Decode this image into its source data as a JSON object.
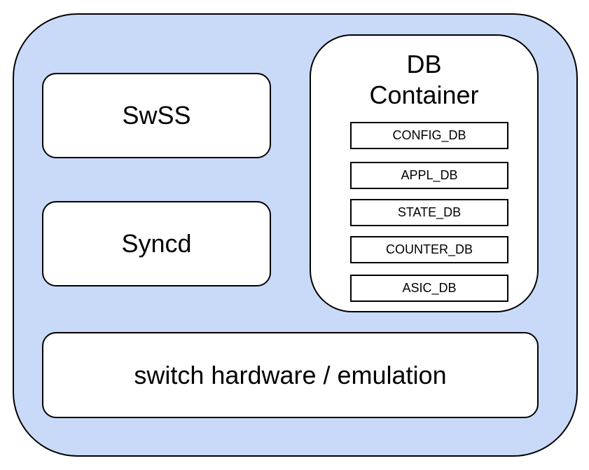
{
  "diagram": {
    "components": {
      "swss": "SwSS",
      "syncd": "Syncd",
      "hardware": "switch hardware / emulation"
    },
    "db_container": {
      "title_line1": "DB",
      "title_line2": "Container",
      "databases": [
        "CONFIG_DB",
        "APPL_DB",
        "STATE_DB",
        "COUNTER_DB",
        "ASIC_DB"
      ]
    },
    "colors": {
      "outer_fill": "#c9daf8",
      "box_fill": "#ffffff",
      "stroke": "#000000"
    }
  }
}
